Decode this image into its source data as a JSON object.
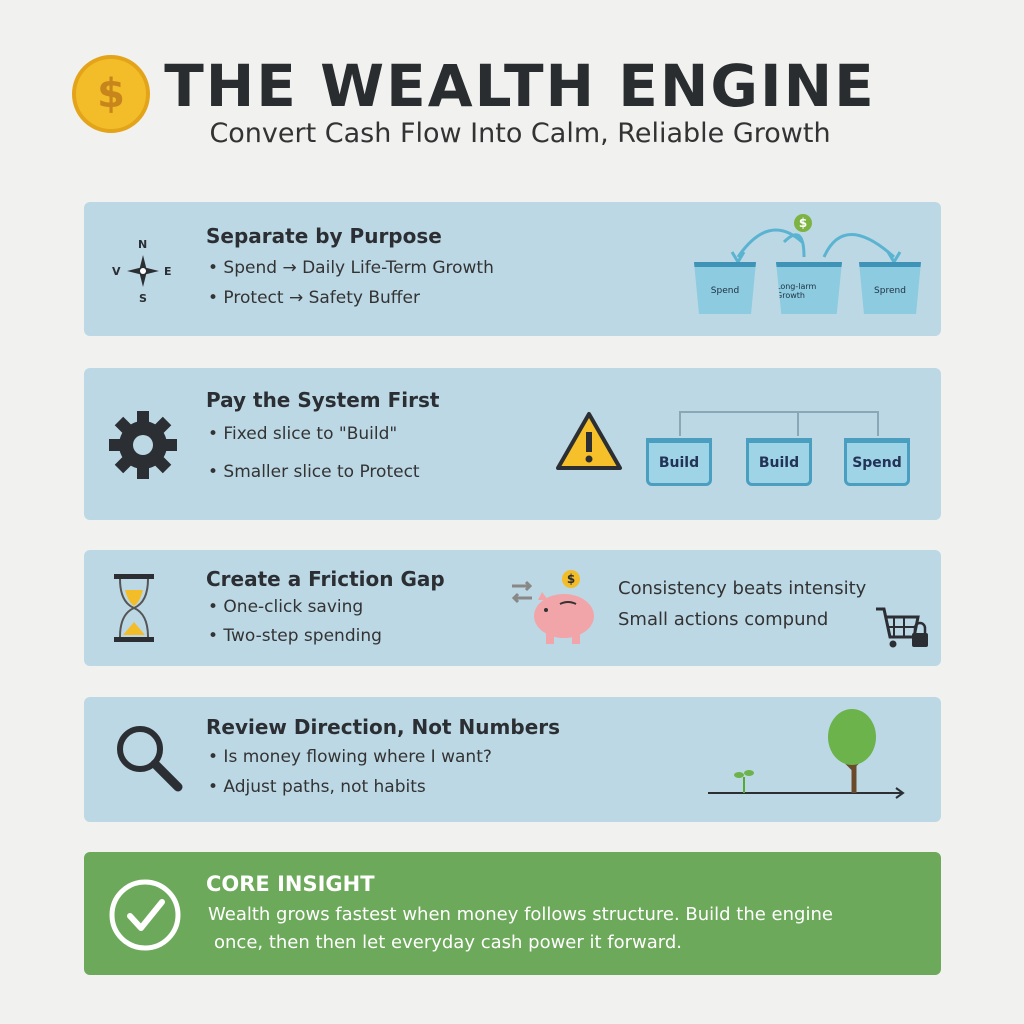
{
  "header": {
    "title": "THE WEALTH ENGINE",
    "subtitle": "Convert Cash Flow Into Calm, Reliable Growth",
    "coin_symbol": "$"
  },
  "sections": [
    {
      "title": "Separate by Purpose",
      "bullets": [
        "• Spend → Daily Life-Term Growth",
        "• Protect → Safety Buffer"
      ],
      "icon": "compass-icon",
      "compass": {
        "n": "N",
        "e": "E",
        "s": "S",
        "w": "V"
      },
      "buckets": [
        "Spend",
        "Long-larm Growth",
        "Sprend"
      ],
      "coin": "$"
    },
    {
      "title": "Pay the System First",
      "bullets": [
        "• Fixed slice to \"Build\"",
        "• Smaller slice to Protect"
      ],
      "icon": "gear-icon",
      "buckets": [
        "Build",
        "Build",
        "Spend"
      ]
    },
    {
      "title": "Create a Friction Gap",
      "bullets": [
        "• One-click saving",
        "• Two-step spending"
      ],
      "icon": "hourglass-icon",
      "notes": [
        "Consistency beats intensity",
        "Small actions compund"
      ],
      "coin": "$"
    },
    {
      "title": "Review Direction, Not Numbers",
      "bullets": [
        "• Is money flowing where I want?",
        "• Adjust paths, not habits"
      ],
      "icon": "magnifier-icon"
    }
  ],
  "insight": {
    "title": "CORE INSIGHT",
    "text_line1": "Wealth grows fastest when money follows structure. Build the engine",
    "text_line2": "once, then then let everyday cash power it forward.",
    "color": "#6da95a"
  },
  "colors": {
    "card": "#bcd8e5",
    "background": "#f1f1f0",
    "coin": "#f3bd2a"
  }
}
